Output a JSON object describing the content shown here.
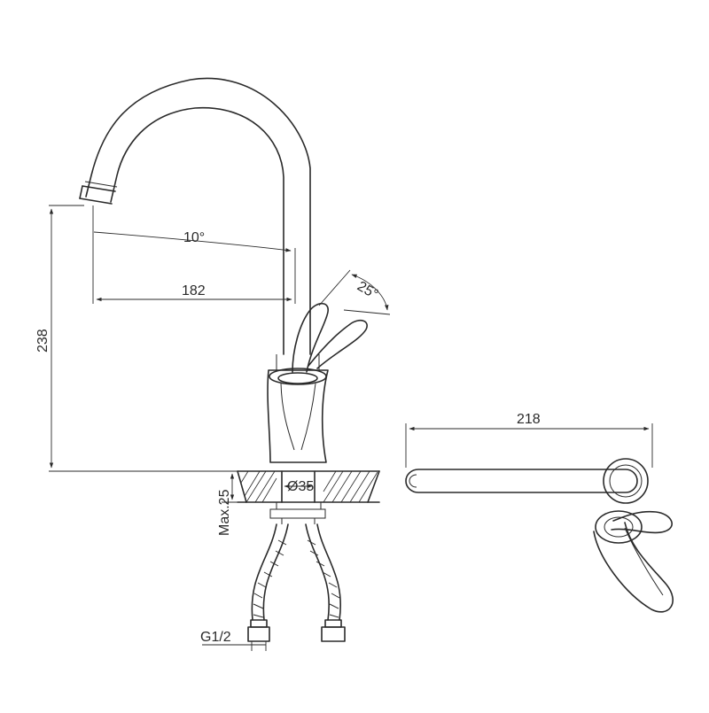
{
  "dimensions": {
    "spout_angle": "10°",
    "reach": "182",
    "height": "238",
    "handle_angle": "25°",
    "mount_hole": "Ø35",
    "max_thickness": "Max.25",
    "thread": "G1/2",
    "top_length": "218"
  }
}
